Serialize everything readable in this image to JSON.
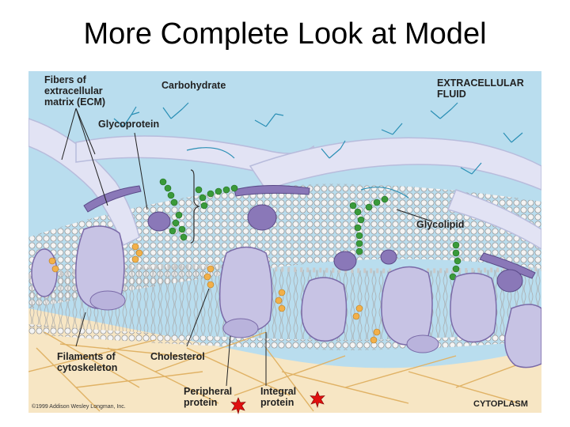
{
  "slide": {
    "title": "More Complete Look at Model"
  },
  "diagram": {
    "labels": {
      "ecm_fibers": "Fibers of\nextracellular\nmatrix (ECM)",
      "carbohydrate": "Carbohydrate",
      "extracellular_fluid": "EXTRACELLULAR\nFLUID",
      "glycoprotein": "Glycoprotein",
      "glycolipid": "Glycolipid",
      "cytoskeleton": "Filaments of\ncytoskeleton",
      "cholesterol": "Cholesterol",
      "peripheral_protein": "Peripheral\nprotein",
      "integral_protein": "Integral\nprotein",
      "cytoplasm": "CYTOPLASM",
      "copyright": "©1999 Addison Wesley Longman, Inc."
    },
    "colors": {
      "extracellular": "#b9ddee",
      "cytoplasm": "#f7e6c4",
      "protein": "#c7c3e4",
      "protein_dark": "#7a6aa8",
      "carbohydrate_chain": "#3a9a3a",
      "ecm_fiber": "#e2e3f4",
      "filament": "#e0b265",
      "cholesterol": "#f2b04a",
      "marker_star": "#e01010"
    }
  }
}
